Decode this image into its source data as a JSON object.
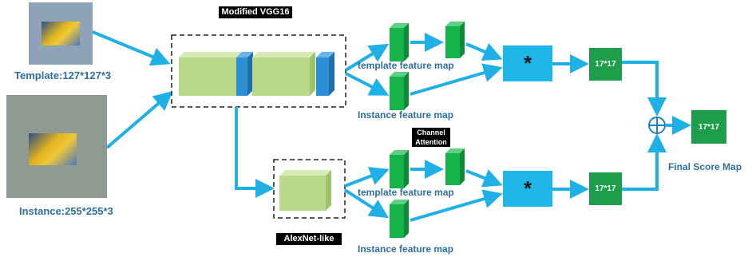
{
  "template_label": "Template:127*127*3",
  "instance_label": "Instance:255*255*3",
  "vgg_title": "Modified VGG16",
  "alexnet_title": "AlexNet-like",
  "channel_attention_title": "Channel Attention",
  "upper_branch": {
    "template_feature": "template feature map",
    "instance_feature": "Instance feature map",
    "score": "17*17",
    "conv_symbol": "*"
  },
  "lower_branch": {
    "template_feature": "template feature map",
    "instance_feature": "Instance feature map",
    "score": "17*17",
    "conv_symbol": "*"
  },
  "final_score": "17*17",
  "final_score_label": "Final Score Map",
  "colors": {
    "arrow": "#1fb0e6",
    "block_green": "#b8d98a",
    "block_blue": "#2c8fd4",
    "feature_green": "#16b34a",
    "score_green": "#1e9e4a"
  }
}
